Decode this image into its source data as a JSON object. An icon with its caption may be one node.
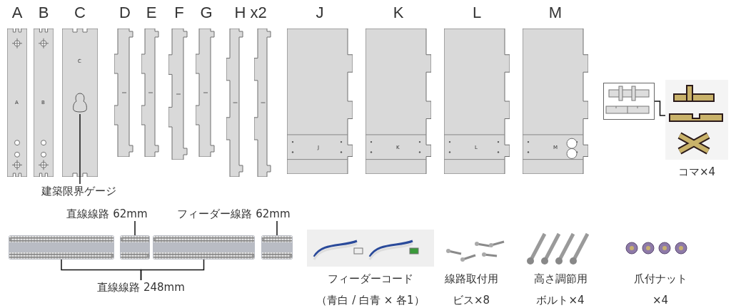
{
  "diagram": {
    "nodes": [
      {
        "text": [
          "A",
          "A"
        ]
      },
      {
        "text": [
          "B",
          "B"
        ]
      },
      {
        "text": [
          "C",
          "C"
        ]
      },
      {
        "text": [],
        "shape": "picture",
        "in": 2
      },
      {
        "text": [
          "D"
        ]
      },
      {
        "text": [
          "E"
        ]
      },
      {
        "text": [
          "F"
        ]
      },
      {
        "text": [
          "G"
        ]
      },
      {
        "text": [
          "H x2"
        ]
      },
      {
        "text": [],
        "shape": "picture",
        "in": 8
      },
      {
        "text": [],
        "shape": "picture",
        "in": 8
      },
      {
        "text": [
          "J",
          "J"
        ]
      },
      {
        "text": [
          "K",
          "K"
        ]
      },
      {
        "text": [
          "L",
          "L"
        ]
      },
      {
        "text": [
          "M",
          "M"
        ]
      },
      {
        "text": [],
        "shape": "picture"
      },
      {
        "text": [
          "コマ×4"
        ]
      },
      {
        "text": [
          "建築限界ゲージ"
        ]
      },
      {
        "text": [],
        "shape": "picture"
      },
      {
        "text": [],
        "shape": "picture"
      },
      {
        "text": [],
        "shape": "picture"
      },
      {
        "text": [],
        "shape": "picture"
      },
      {
        "text": [
          "直線線路 62mm"
        ]
      },
      {
        "text": [
          "フィーダー線路 62mm"
        ]
      },
      {
        "text": [
          "直線線路 248mm"
        ]
      },
      {
        "text": [
          "フィーダーコード",
          "（青白 / 白青 × 各1）"
        ]
      },
      {
        "text": [
          "線路取付用ビス×8"
        ]
      },
      {
        "text": [
          "高さ調節用ボルト×4"
        ]
      },
      {
        "text": [
          "爪付ナット×4"
        ]
      }
    ],
    "edges": [
      {
        "from": 17,
        "to": 3,
        "arrow": "none"
      },
      {
        "from": 22,
        "to": 19,
        "arrow": "none"
      },
      {
        "from": 23,
        "to": 21,
        "arrow": "none"
      },
      {
        "from": 24,
        "to": 18,
        "arrow": "none"
      },
      {
        "from": 24,
        "to": 20,
        "arrow": "none"
      },
      {
        "from": 15,
        "to": 16,
        "arrow": "none"
      }
    ]
  }
}
